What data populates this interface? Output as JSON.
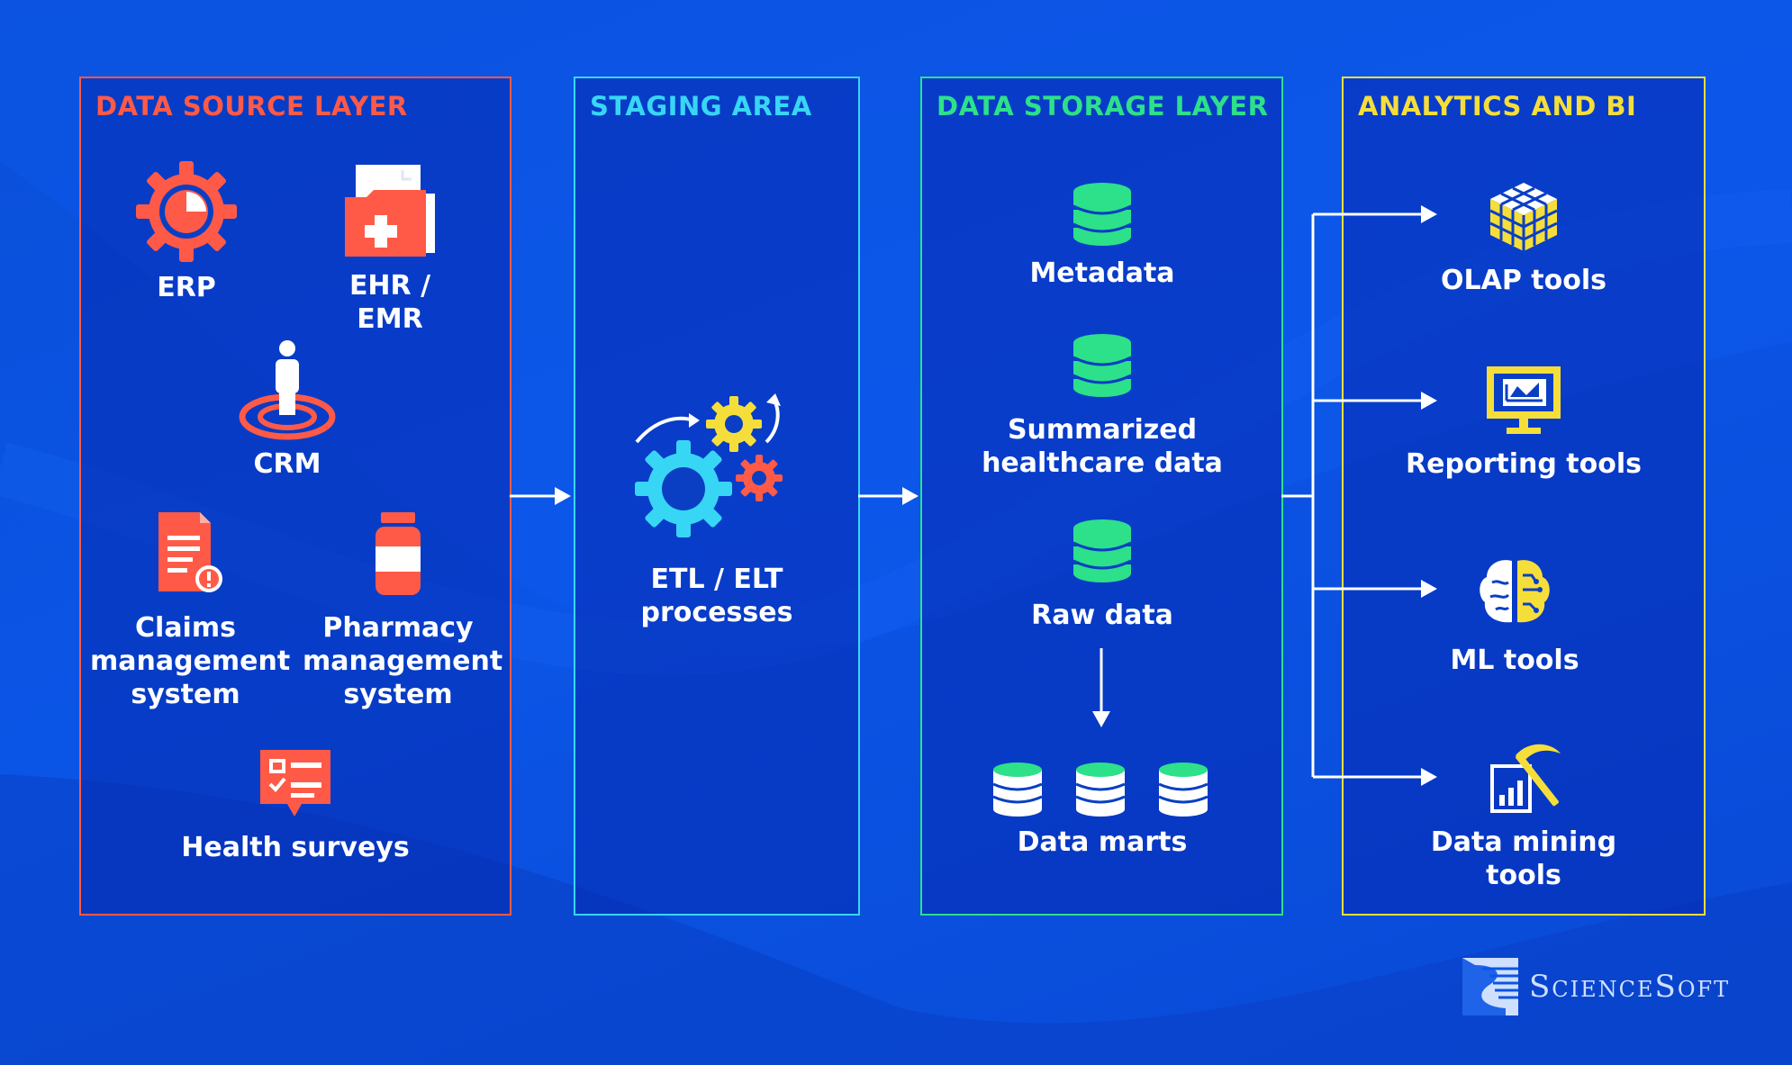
{
  "layers": {
    "source": {
      "title": "DATA SOURCE LAYER",
      "items": [
        "ERP",
        "EHR / EMR",
        "CRM",
        "Claims\nmanagement\nsystem",
        "Pharmacy\nmanagement\nsystem",
        "Health surveys"
      ]
    },
    "staging": {
      "title": "STAGING AREA",
      "items": [
        "ETL / ELT\nprocesses"
      ]
    },
    "storage": {
      "title": "DATA STORAGE LAYER",
      "items": [
        "Metadata",
        "Summarized\nhealthcare data",
        "Raw data",
        "Data marts"
      ]
    },
    "bi": {
      "title": "ANALYTICS AND BI",
      "items": [
        "OLAP tools",
        "Reporting tools",
        "ML tools",
        "Data mining tools"
      ]
    }
  },
  "brand": {
    "name": "ScienceSoft"
  },
  "colors": {
    "source": "#ff5a47",
    "staging": "#38d6f5",
    "storage": "#2de08a",
    "bi": "#f6de3a",
    "background": "#0b52e0"
  },
  "icons": {
    "source": [
      "gear-chart-icon",
      "medical-folder-icon",
      "person-target-icon",
      "document-alert-icon",
      "medicine-bottle-icon",
      "survey-chat-icon"
    ],
    "staging": [
      "gears-icon"
    ],
    "storage": [
      "database-icon",
      "database-icon",
      "database-icon",
      "database-icon"
    ],
    "bi": [
      "cube-icon",
      "monitor-chart-icon",
      "brain-icon",
      "pickaxe-chart-icon"
    ]
  }
}
